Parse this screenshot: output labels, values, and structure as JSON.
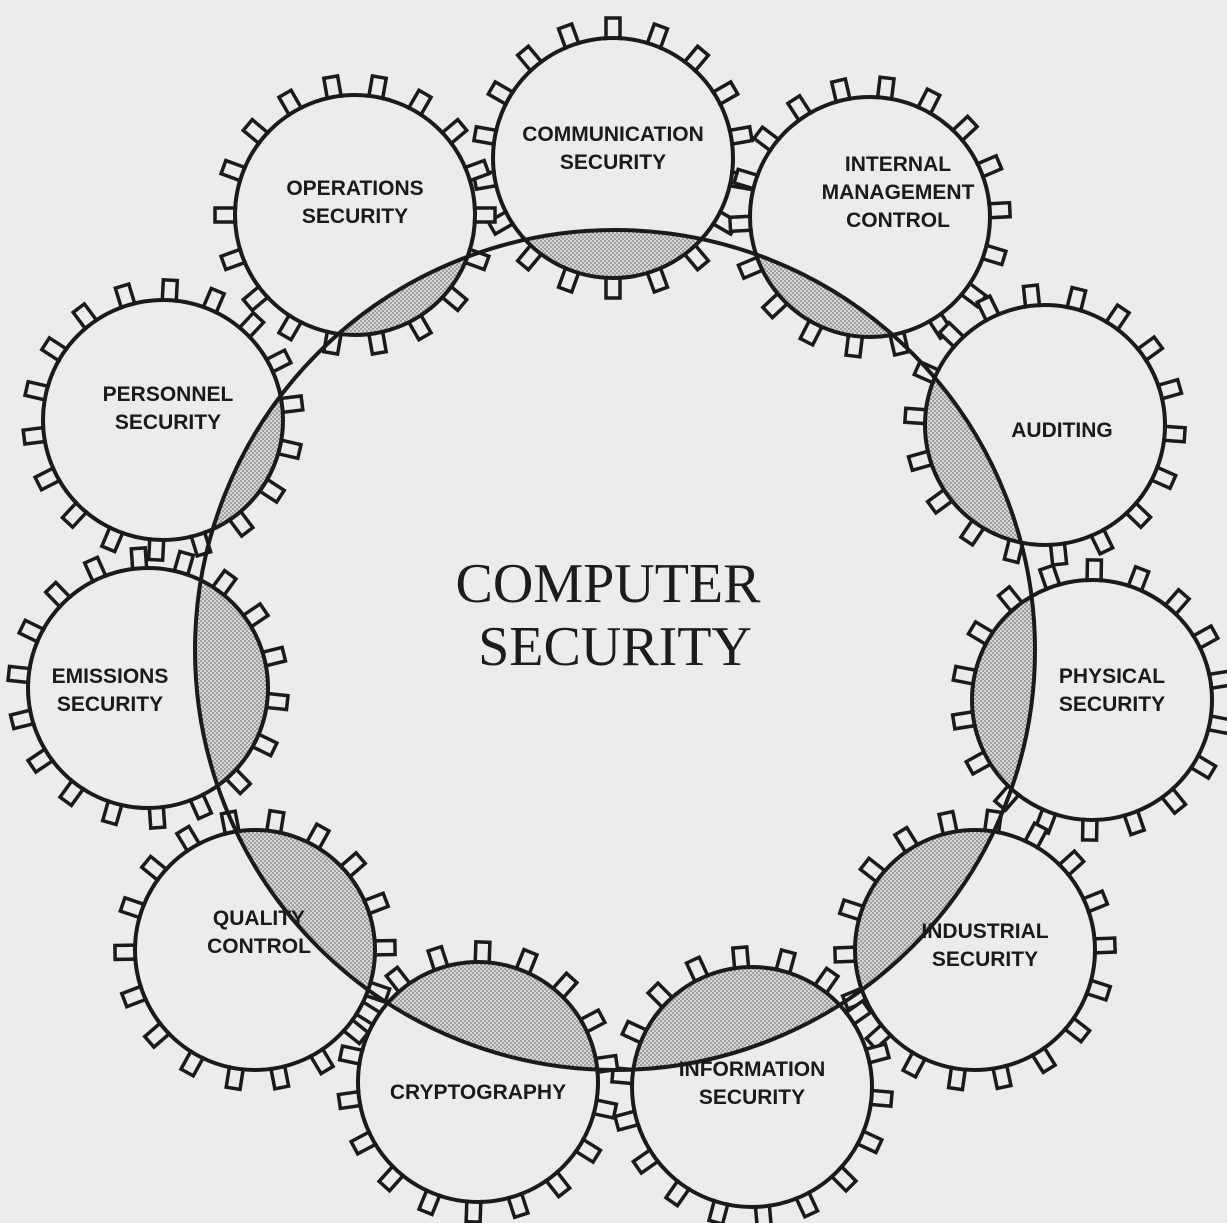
{
  "center": {
    "line1": "COMPUTER",
    "line2": "SECURITY"
  },
  "gears": [
    {
      "id": "communication",
      "lines": [
        "COMMUNICATION",
        "SECURITY"
      ]
    },
    {
      "id": "internal-management",
      "lines": [
        "INTERNAL",
        "MANAGEMENT",
        "CONTROL"
      ]
    },
    {
      "id": "auditing",
      "lines": [
        "AUDITING"
      ]
    },
    {
      "id": "physical",
      "lines": [
        "PHYSICAL",
        "SECURITY"
      ]
    },
    {
      "id": "industrial",
      "lines": [
        "INDUSTRIAL",
        "SECURITY"
      ]
    },
    {
      "id": "information",
      "lines": [
        "INFORMATION",
        "SECURITY"
      ]
    },
    {
      "id": "cryptography",
      "lines": [
        "CRYPTOGRAPHY"
      ]
    },
    {
      "id": "quality",
      "lines": [
        "QUALITY",
        "CONTROL"
      ]
    },
    {
      "id": "emissions",
      "lines": [
        "EMISSIONS",
        "SECURITY"
      ]
    },
    {
      "id": "personnel",
      "lines": [
        "PERSONNEL",
        "SECURITY"
      ]
    },
    {
      "id": "operations",
      "lines": [
        "OPERATIONS",
        "SECURITY"
      ]
    }
  ],
  "colors": {
    "background": "#ececea",
    "stroke": "#1a1a1a",
    "overlap_fill": "#bdbdbd"
  }
}
